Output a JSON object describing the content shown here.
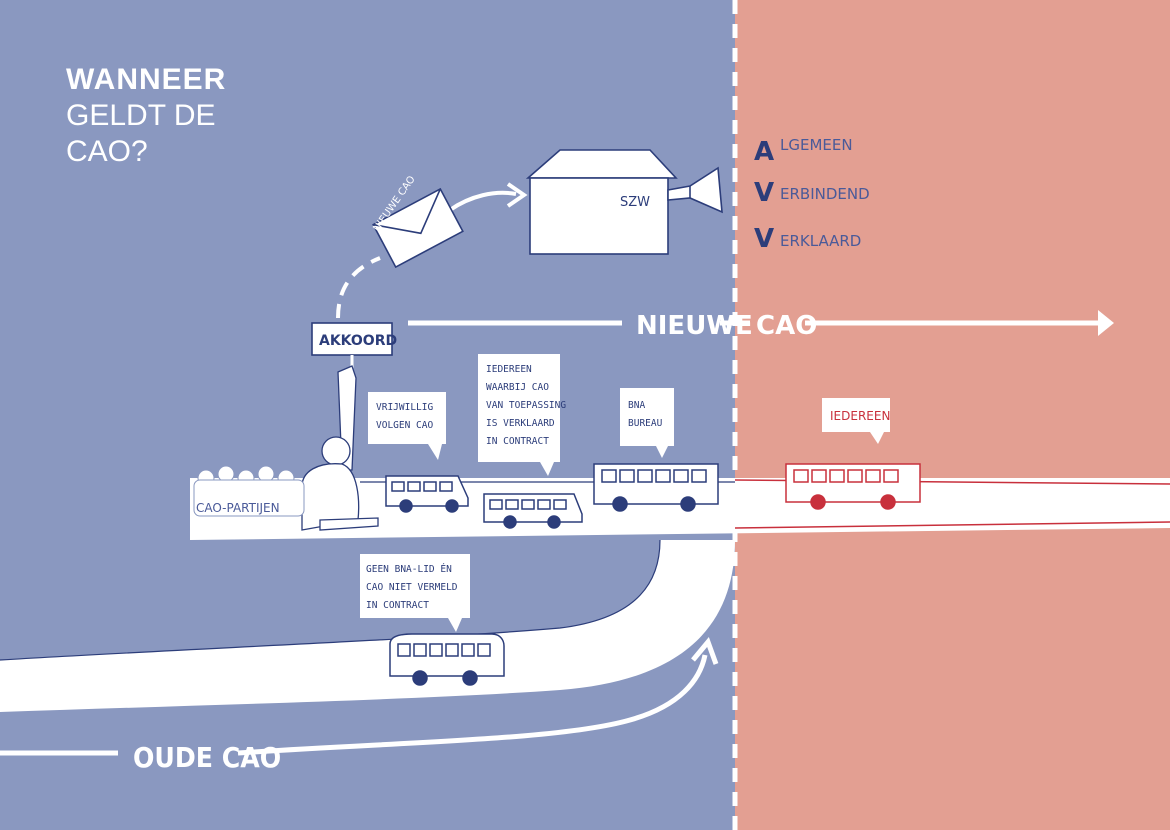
{
  "title": {
    "line1": "WANNEER",
    "line2": "GELDT DE",
    "line3": "CAO?"
  },
  "avv": [
    {
      "letter": "A",
      "rest": "LGEMEEN"
    },
    {
      "letter": "V",
      "rest": "ERBINDEND"
    },
    {
      "letter": "V",
      "rest": "ERKLAARD"
    }
  ],
  "labels": {
    "szw": "SZW",
    "envelope": "NIEUWE CAO",
    "akkoord": "AKKOORD",
    "nieuwe": "NIEUWE",
    "cao": "CAO",
    "oude_cao": "OUDE CAO",
    "cao_partijen": "CAO-PARTIJEN",
    "iedereen": "IEDEREEN"
  },
  "bubbles": {
    "vrijwillig": [
      "VRIJWILLIG",
      "VOLGEN CAO"
    ],
    "iedereen_contract": [
      "IEDEREEN",
      "WAARBIJ CAO",
      "VAN TOEPASSING",
      "IS VERKLAARD",
      "IN CONTRACT"
    ],
    "bna_bureau": [
      "BNA",
      "BUREAU"
    ],
    "geen_bna": [
      "GEEN BNA-LID ÉN",
      "CAO NIET VERMELD",
      "IN CONTRACT"
    ]
  },
  "colors": {
    "left_bg": "#8a98c0",
    "right_bg": "#e39f92",
    "ink": "#2c3d7a",
    "red": "#c8303c",
    "white": "#ffffff"
  }
}
